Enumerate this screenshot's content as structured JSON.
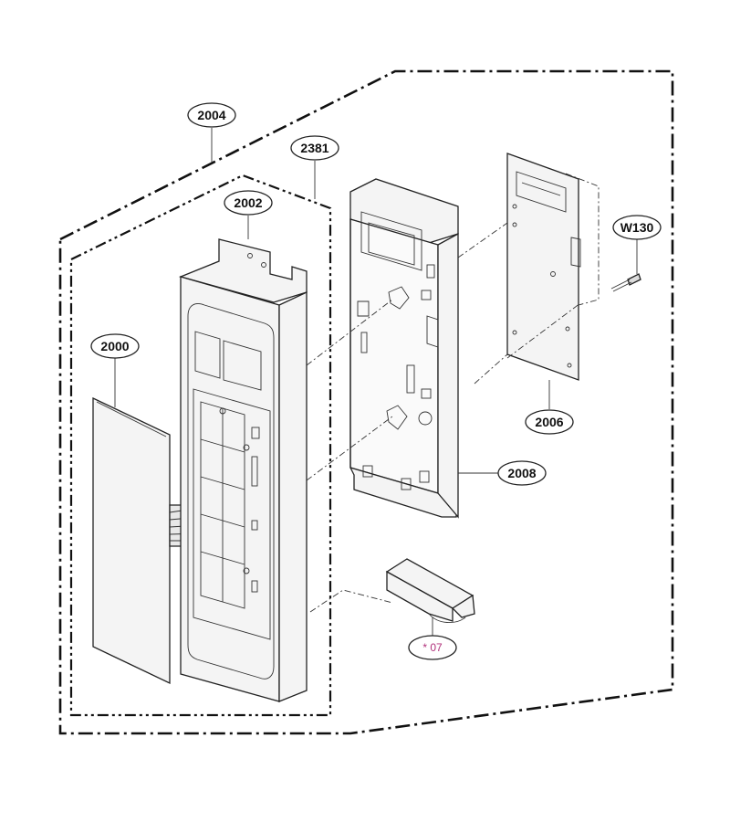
{
  "callouts": {
    "c2004": "2004",
    "c2381": "2381",
    "c2002": "2002",
    "c2000": "2000",
    "cW130": "W130",
    "c2006": "2006",
    "c2008": "2008",
    "c07": "* 07"
  },
  "colors": {
    "line": "#222222",
    "accent_label": "#b0307a"
  }
}
